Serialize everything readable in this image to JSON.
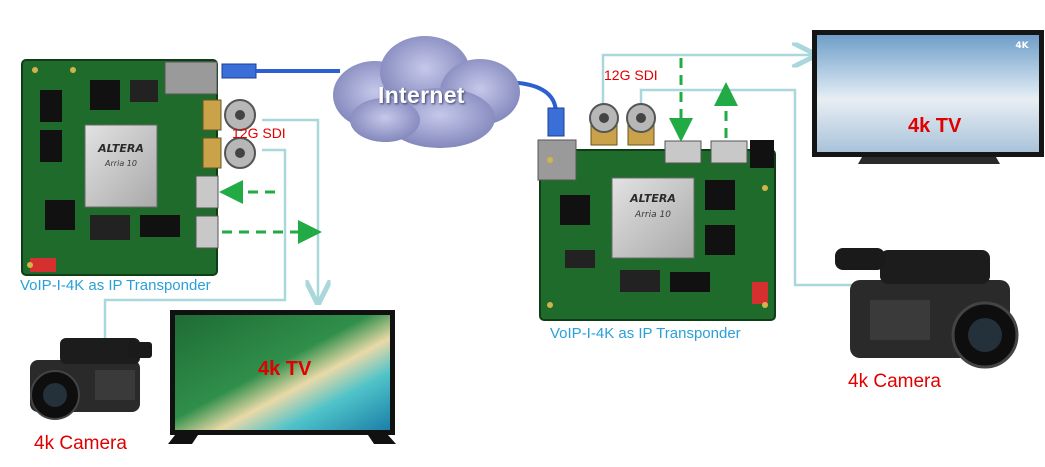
{
  "left_board": {
    "caption": "VoIP-I-4K as IP Transponder",
    "sdi_label": "12G SDI",
    "chip_brand": "ALTERA",
    "chip_model": "Arria 10"
  },
  "right_board": {
    "caption": "VoIP-I-4K as IP Transponder",
    "sdi_label": "12G SDI",
    "chip_brand": "ALTERA",
    "chip_model": "Arria 10"
  },
  "network": {
    "label": "Internet"
  },
  "left_tv": {
    "label": "4k TV"
  },
  "right_tv": {
    "label": "4k TV",
    "badge": "4K"
  },
  "left_camera": {
    "label": "4k Camera"
  },
  "right_camera": {
    "label": "4k Camera"
  },
  "colors": {
    "cable": "#a9d7dc",
    "arrow": "#22aa44",
    "accent_red": "#e00000",
    "caption_blue": "#2aa0d8",
    "pcb_green": "#1f6b2c"
  }
}
